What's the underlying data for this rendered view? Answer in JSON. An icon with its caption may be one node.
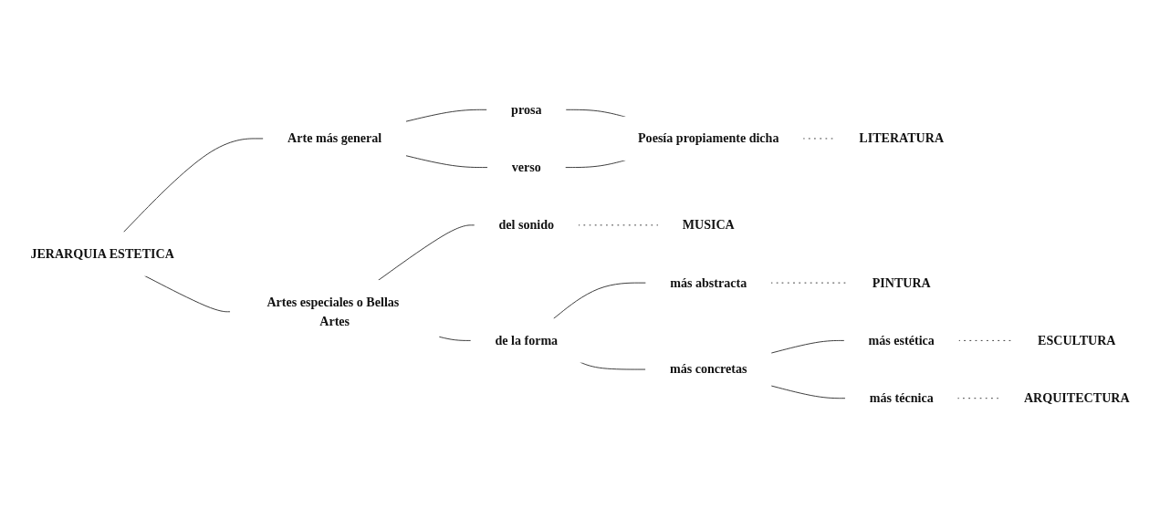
{
  "diagram": {
    "nodes": [
      {
        "text": [
          "JERARQUIA ESTETICA"
        ]
      },
      {
        "text": [
          "Arte más general"
        ]
      },
      {
        "text": [
          "prosa"
        ]
      },
      {
        "text": [
          "verso"
        ]
      },
      {
        "text": [
          "Poesía propiamente dicha"
        ]
      },
      {
        "text": [
          "LITERATURA"
        ]
      },
      {
        "text": [
          "Artes especiales o Bellas Artes"
        ]
      },
      {
        "text": [
          "del sonido"
        ]
      },
      {
        "text": [
          "MUSICA"
        ]
      },
      {
        "text": [
          "de la forma"
        ]
      },
      {
        "text": [
          "más abstracta"
        ]
      },
      {
        "text": [
          "PINTURA"
        ]
      },
      {
        "text": [
          "más concretas"
        ]
      },
      {
        "text": [
          "más estética"
        ]
      },
      {
        "text": [
          "ESCULTURA"
        ]
      },
      {
        "text": [
          "más técnica"
        ]
      },
      {
        "text": [
          "ARQUITECTURA"
        ]
      }
    ],
    "edges": [
      {
        "from": 0,
        "to": 1,
        "arrow": "none"
      },
      {
        "from": 0,
        "to": 6,
        "arrow": "none"
      },
      {
        "from": 1,
        "to": 2,
        "arrow": "none"
      },
      {
        "from": 1,
        "to": 3,
        "arrow": "none"
      },
      {
        "from": 2,
        "to": 4,
        "arrow": "none"
      },
      {
        "from": 3,
        "to": 4,
        "arrow": "none"
      },
      {
        "from": 4,
        "to": 5,
        "arrow": "none",
        "style": "dashed"
      },
      {
        "from": 6,
        "to": 7,
        "arrow": "none"
      },
      {
        "from": 6,
        "to": 9,
        "arrow": "none"
      },
      {
        "from": 7,
        "to": 8,
        "arrow": "none",
        "style": "dashed"
      },
      {
        "from": 9,
        "to": 10,
        "arrow": "none"
      },
      {
        "from": 9,
        "to": 12,
        "arrow": "none"
      },
      {
        "from": 10,
        "to": 11,
        "arrow": "none",
        "style": "dashed"
      },
      {
        "from": 12,
        "to": 13,
        "arrow": "none"
      },
      {
        "from": 12,
        "to": 15,
        "arrow": "none"
      },
      {
        "from": 13,
        "to": 14,
        "arrow": "none",
        "style": "dashed"
      },
      {
        "from": 15,
        "to": 16,
        "arrow": "none",
        "style": "dashed"
      }
    ]
  }
}
